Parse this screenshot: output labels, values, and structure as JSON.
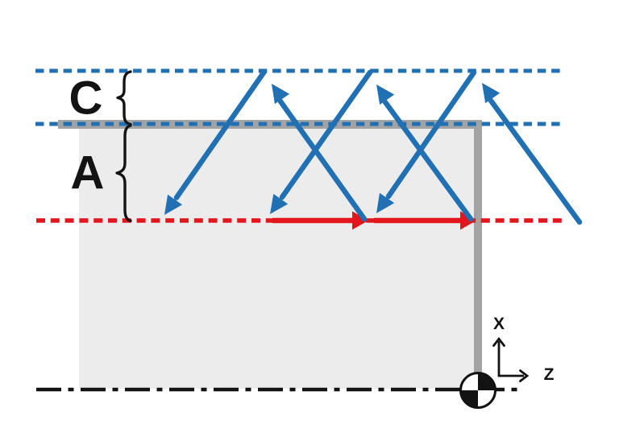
{
  "diagram": {
    "labels": {
      "coating_thickness": "C",
      "melt_depth": "A",
      "axis_x": "X",
      "axis_z": "Z"
    },
    "colors": {
      "blue": "#2170b4",
      "red": "#e2141c",
      "strip": "#a3a3a3",
      "body": "#ececec",
      "ink": "#131313"
    }
  }
}
